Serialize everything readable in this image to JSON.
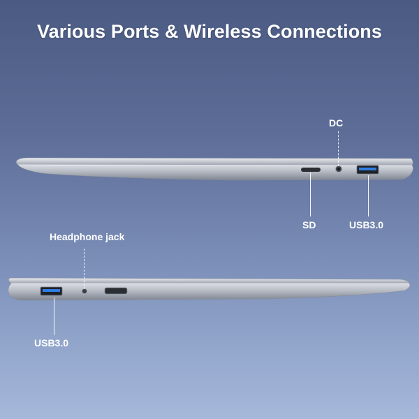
{
  "headline": "Various Ports & Wireless Connections",
  "right_side_view": {
    "ports": [
      {
        "label": "DC",
        "icon": "dc-port-icon"
      },
      {
        "label": "SD",
        "icon": "sd-slot-icon"
      },
      {
        "label": "USB3.0",
        "icon": "usb-port-icon"
      }
    ]
  },
  "left_side_view": {
    "ports": [
      {
        "label": "Headphone jack",
        "icon": "headphone-jack-icon"
      },
      {
        "label": "USB3.0",
        "icon": "usb-port-icon"
      },
      {
        "label": "",
        "icon": "mini-hdmi-port-icon"
      }
    ]
  },
  "colors": {
    "background_top": "#4a5a83",
    "background_bottom": "#a6b9db",
    "usb_accent": "#2f7de1",
    "laptop_body": "#c9ccd3",
    "label_text": "#ffffff"
  }
}
